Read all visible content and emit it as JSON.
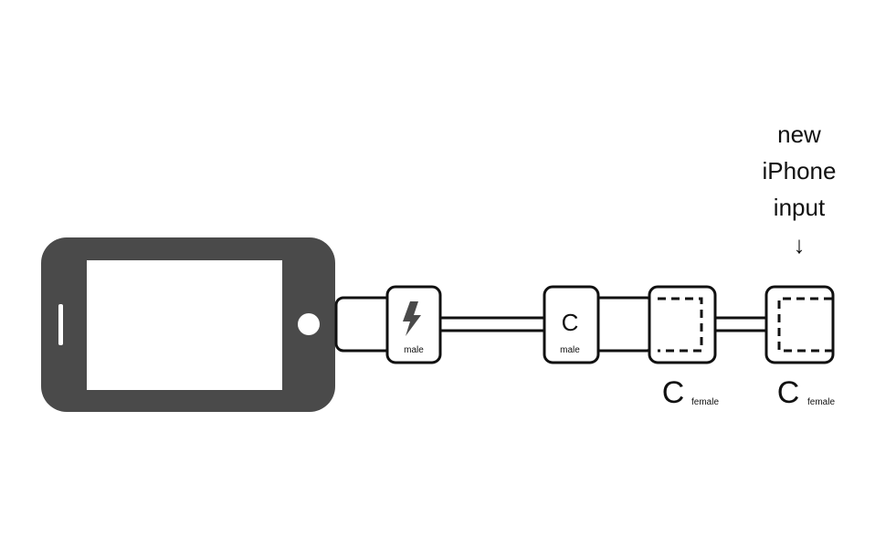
{
  "annotation": {
    "lines": [
      "new",
      "iPhone",
      "input"
    ],
    "arrow": "↓"
  },
  "connectors": [
    {
      "id": "lightning-male",
      "icon": "lightning-bolt-icon",
      "label": "male"
    },
    {
      "id": "usbc-male",
      "letter": "C",
      "label": "male"
    },
    {
      "id": "usbc-female-1",
      "letter": "C",
      "label": "female"
    },
    {
      "id": "usbc-female-2",
      "letter": "C",
      "label": "female"
    }
  ],
  "colors": {
    "phone": "#4a4a4a",
    "stroke": "#111111",
    "background": "#ffffff"
  }
}
